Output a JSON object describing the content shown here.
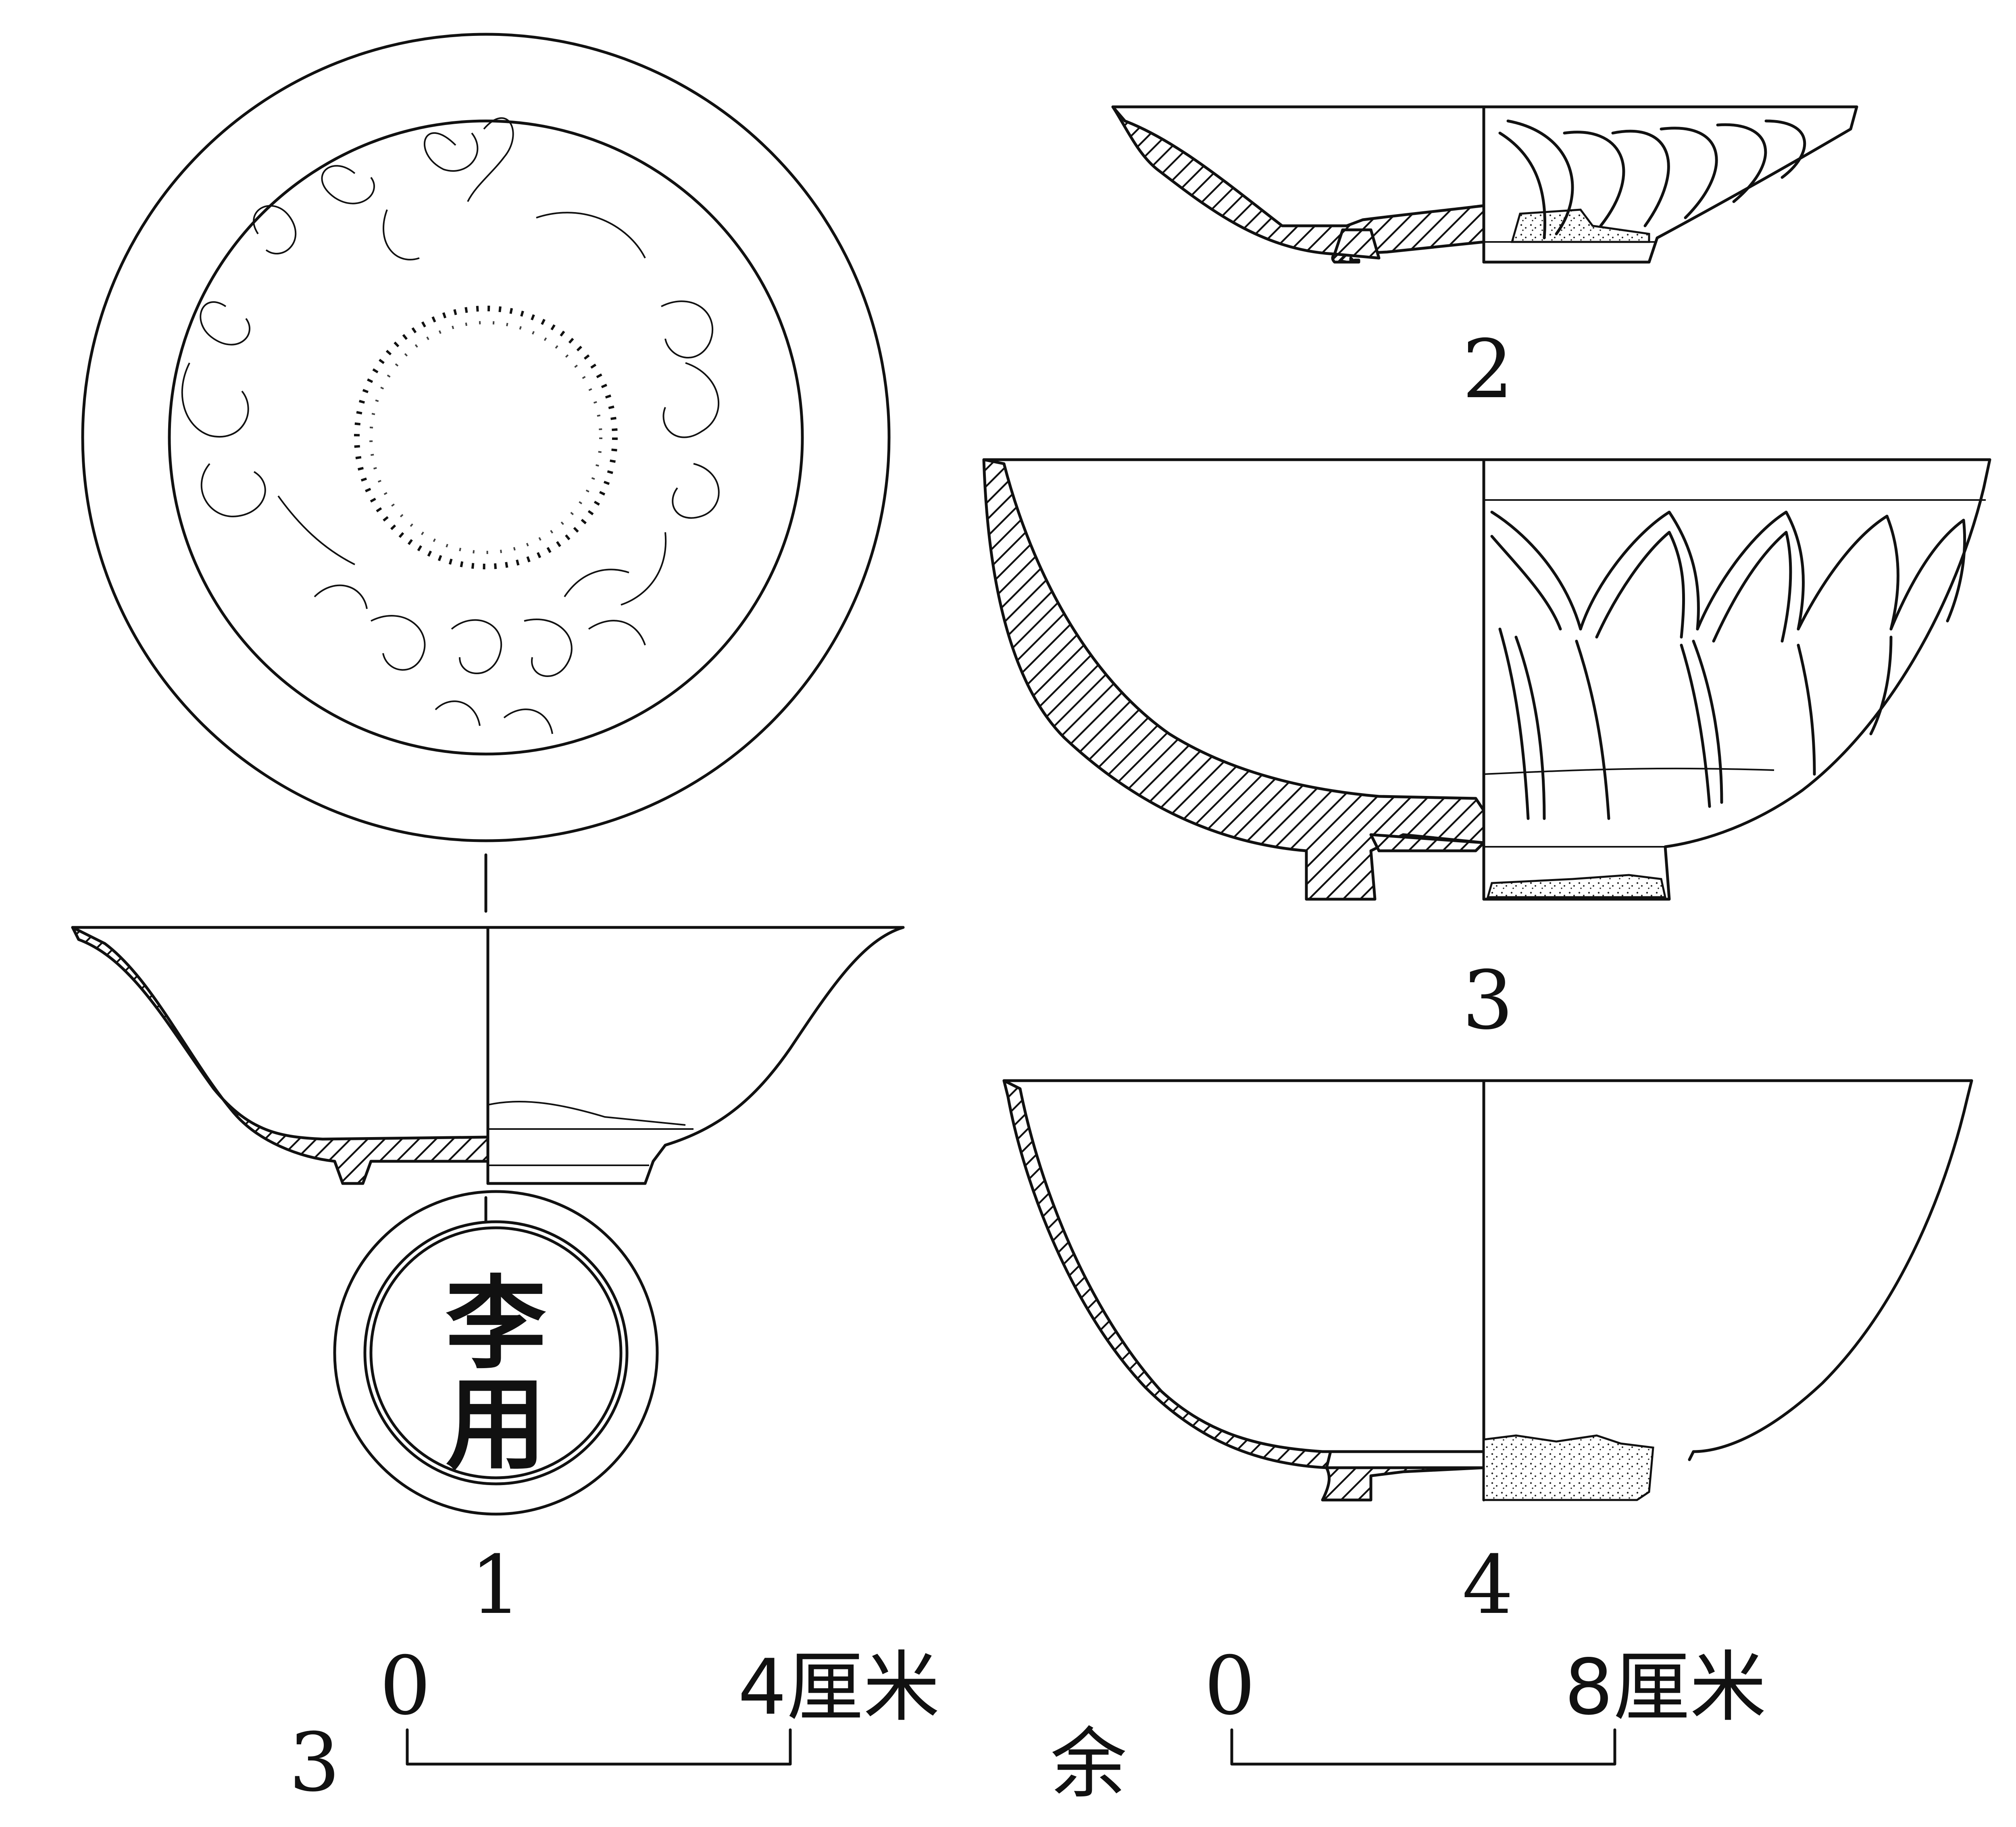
{
  "figure_labels": {
    "item_1": "1",
    "item_2": "2",
    "item_3": "3",
    "item_4": "4"
  },
  "base_mark": {
    "char_top": "李",
    "char_bottom": "用"
  },
  "scale_bars": [
    {
      "applies_to": "3",
      "start": "0",
      "end": "4厘米"
    },
    {
      "applies_to": "余",
      "start": "0",
      "end": "8厘米"
    }
  ]
}
